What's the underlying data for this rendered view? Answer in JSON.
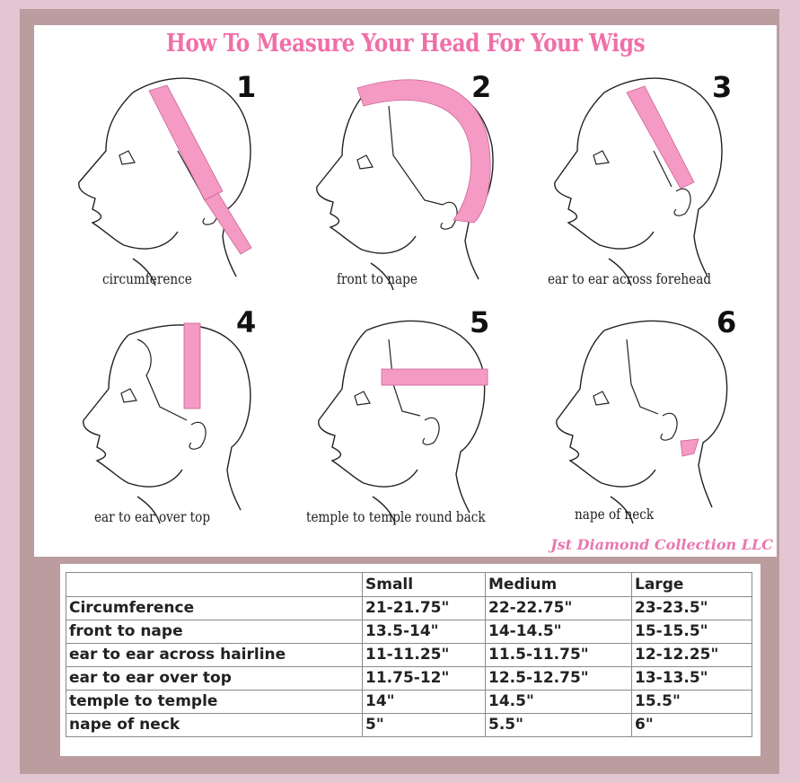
{
  "title": "How To Measure Your Head For Your Wigs",
  "brand": "Jst Diamond Collection LLC",
  "colors": {
    "outer_background": "#e4c6d3",
    "frame": "#bb9c9f",
    "accent_pink": "#f06fa8",
    "tape_pink": "#f59ac5"
  },
  "steps": [
    {
      "number": "1",
      "caption": "circumference"
    },
    {
      "number": "2",
      "caption": "front to nape"
    },
    {
      "number": "3",
      "caption": "ear to ear across forehead"
    },
    {
      "number": "4",
      "caption": "ear to ear over top"
    },
    {
      "number": "5",
      "caption": "temple to temple round back"
    },
    {
      "number": "6",
      "caption": "nape of neck"
    }
  ],
  "size_table": {
    "headers": [
      "",
      "Small",
      "Medium",
      "Large"
    ],
    "rows": [
      [
        "Circumference",
        "21-21.75\"",
        "22-22.75\"",
        "23-23.5\""
      ],
      [
        "front to nape",
        "13.5-14\"",
        "14-14.5\"",
        "15-15.5\""
      ],
      [
        "ear to ear across hairline",
        "11-11.25\"",
        "11.5-11.75\"",
        "12-12.25\""
      ],
      [
        "ear to ear over top",
        "11.75-12\"",
        "12.5-12.75\"",
        "13-13.5\""
      ],
      [
        "temple to temple",
        "14\"",
        "14.5\"",
        "15.5\""
      ],
      [
        "nape of neck",
        "5\"",
        "5.5\"",
        "6\""
      ]
    ]
  }
}
